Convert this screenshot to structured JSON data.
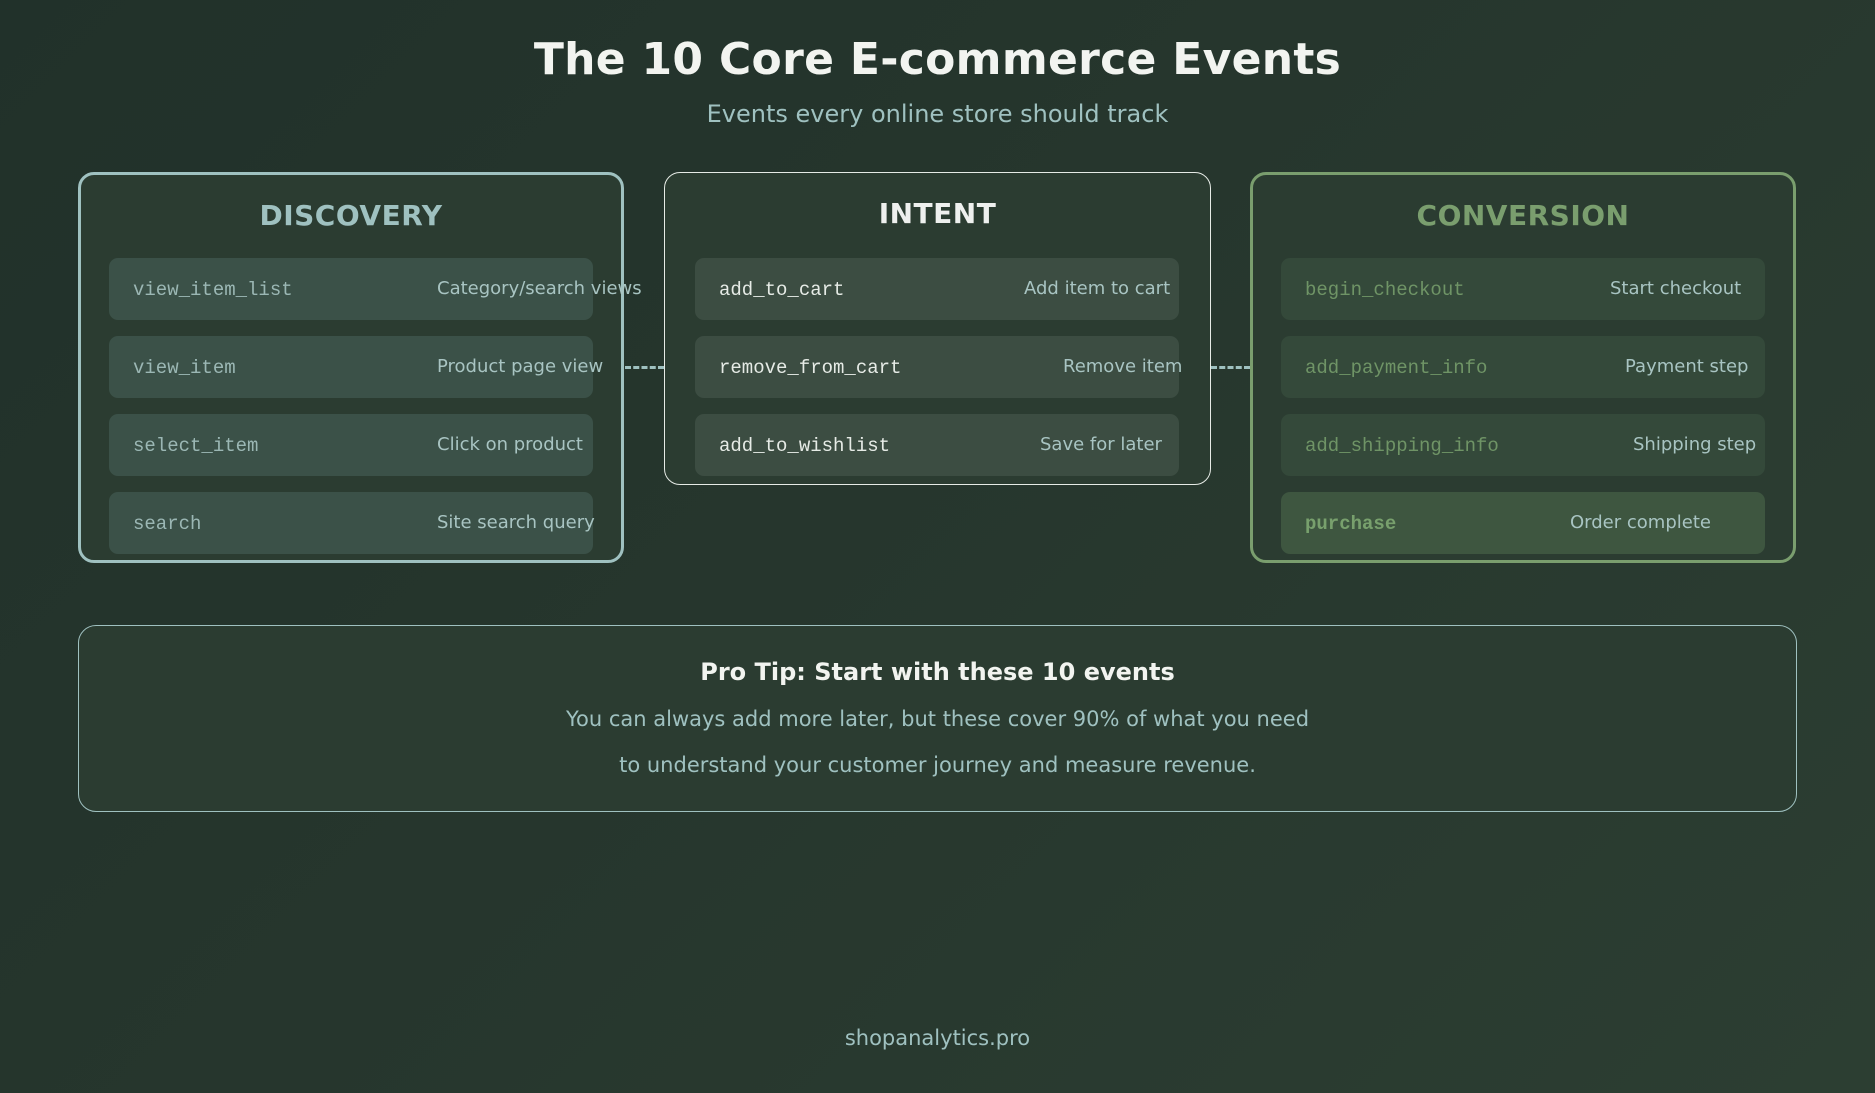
{
  "header": {
    "title": "The 10 Core E-commerce Events",
    "subtitle": "Events every online store should track"
  },
  "colors": {
    "discovery": "#9fc1c0",
    "intent": "#e6ebe6",
    "conversion": "#7a9e6e",
    "background": "#26362d"
  },
  "stages": [
    {
      "title": "DISCOVERY",
      "events": [
        {
          "name": "view_item_list",
          "description": "Category/search views"
        },
        {
          "name": "view_item",
          "description": "Product page view"
        },
        {
          "name": "select_item",
          "description": "Click on product"
        },
        {
          "name": "search",
          "description": "Site search query"
        }
      ]
    },
    {
      "title": "INTENT",
      "events": [
        {
          "name": "add_to_cart",
          "description": "Add item to cart"
        },
        {
          "name": "remove_from_cart",
          "description": "Remove item"
        },
        {
          "name": "add_to_wishlist",
          "description": "Save for later"
        }
      ]
    },
    {
      "title": "CONVERSION",
      "events": [
        {
          "name": "begin_checkout",
          "description": "Start checkout"
        },
        {
          "name": "add_payment_info",
          "description": "Payment step"
        },
        {
          "name": "add_shipping_info",
          "description": "Shipping step"
        },
        {
          "name": "purchase",
          "description": "Order complete"
        }
      ]
    }
  ],
  "pro_tip": {
    "title": "Pro Tip: Start with these 10 events",
    "line1": "You can always add more later, but these cover 90% of what you need",
    "line2": "to understand your customer journey and measure revenue."
  },
  "footer": {
    "site": "shopanalytics.pro"
  }
}
